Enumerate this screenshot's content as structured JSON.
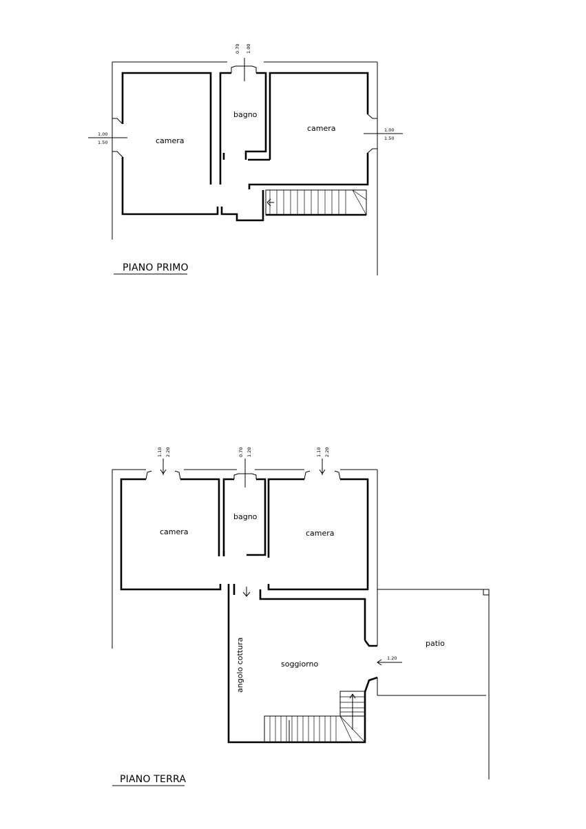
{
  "first_floor": {
    "title": "PIANO PRIMO",
    "rooms": {
      "camera_left": "camera",
      "bagno": "bagno",
      "camera_right": "camera"
    },
    "dims": {
      "top_a": "0.70",
      "top_b": "1.00",
      "left_a": "1.00",
      "left_b": "1.50",
      "right_a": "1.00",
      "right_b": "1.50"
    }
  },
  "ground_floor": {
    "title": "PIANO TERRA",
    "rooms": {
      "camera_left": "camera",
      "bagno": "bagno",
      "camera_right": "camera",
      "soggiorno": "soggiorno",
      "angolo_cottura": "angolo cottura",
      "patio": "patio"
    },
    "dims": {
      "left_a": "1.10",
      "left_b": "2.20",
      "mid_a": "0.70",
      "mid_b": "1.20",
      "right_a": "1.10",
      "right_b": "2.20",
      "door": "1.20"
    }
  },
  "colors": {
    "ink": "#000000",
    "paper": "#ffffff"
  }
}
